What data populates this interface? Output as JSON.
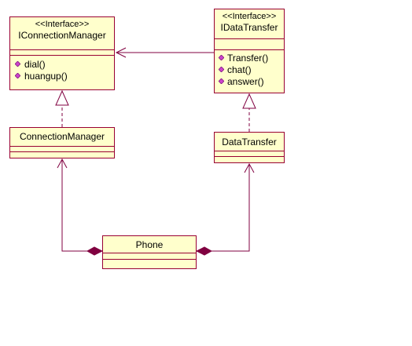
{
  "colors": {
    "class_fill": "#ffffcc",
    "class_border": "#990033",
    "line": "#800040",
    "op_icon": "#cc44cc"
  },
  "classes": {
    "iconnectionmanager": {
      "stereotype": "<<Interface>>",
      "name": "IConnectionManager",
      "operations": [
        "dial()",
        "huangup()"
      ]
    },
    "idatatransfer": {
      "stereotype": "<<Interface>>",
      "name": "IDataTransfer",
      "operations": [
        "Transfer()",
        "chat()",
        "answer()"
      ]
    },
    "connectionmanager": {
      "name": "ConnectionManager"
    },
    "datatransfer": {
      "name": "DataTransfer"
    },
    "phone": {
      "name": "Phone"
    }
  },
  "relationships": [
    {
      "type": "dependency",
      "from": "IDataTransfer",
      "to": "IConnectionManager"
    },
    {
      "type": "realization",
      "from": "ConnectionManager",
      "to": "IConnectionManager"
    },
    {
      "type": "realization",
      "from": "DataTransfer",
      "to": "IDataTransfer"
    },
    {
      "type": "composition",
      "whole": "Phone",
      "part": "ConnectionManager"
    },
    {
      "type": "composition",
      "whole": "Phone",
      "part": "DataTransfer"
    }
  ]
}
